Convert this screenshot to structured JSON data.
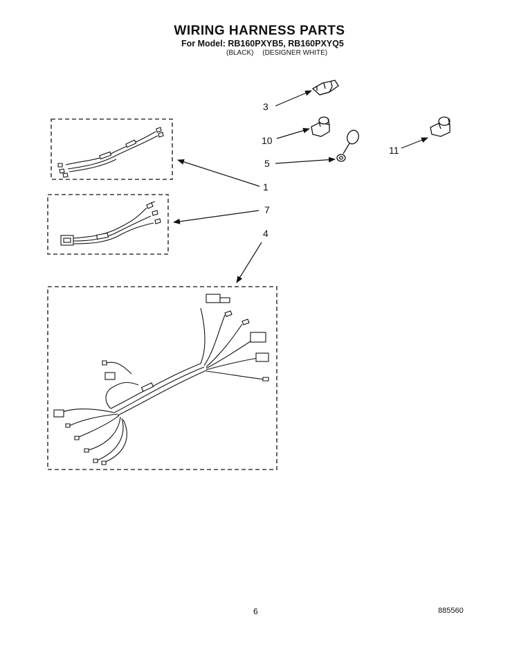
{
  "header": {
    "title": "WIRING HARNESS PARTS",
    "model_line": "For Model: RB160PXYB5, RB160PXYQ5",
    "variants": [
      "(BLACK)",
      "(DESIGNER WHITE)"
    ]
  },
  "callouts": {
    "c1": "1",
    "c3": "3",
    "c4": "4",
    "c5": "5",
    "c7": "7",
    "c10": "10",
    "c11": "11"
  },
  "footer": {
    "page_number": "6",
    "document_number": "885560"
  }
}
